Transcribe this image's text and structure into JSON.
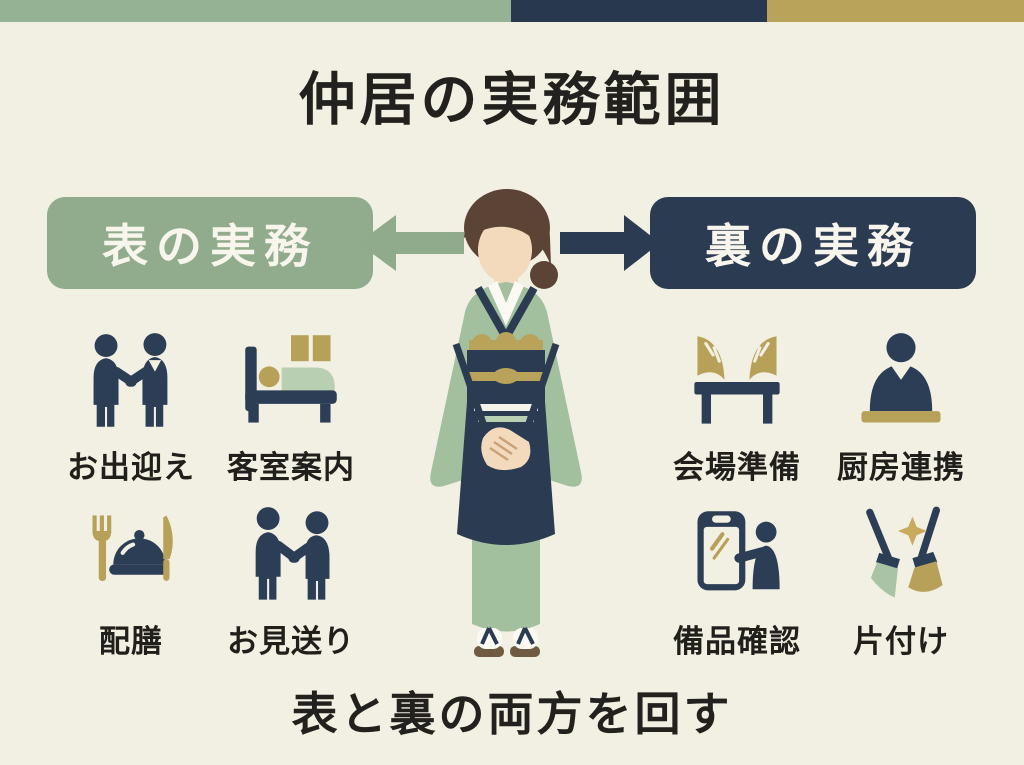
{
  "title": "仲居の実務範囲",
  "front": {
    "label": "表の実務",
    "tasks": [
      {
        "label": "お出迎え",
        "icon": "greeting-handshake-icon"
      },
      {
        "label": "客室案内",
        "icon": "guest-room-bed-icon"
      },
      {
        "label": "配膳",
        "icon": "meal-serving-cloche-icon"
      },
      {
        "label": "お見送り",
        "icon": "seeing-off-icon"
      }
    ]
  },
  "back": {
    "label": "裏の実務",
    "tasks": [
      {
        "label": "会場準備",
        "icon": "venue-setup-table-icon"
      },
      {
        "label": "厨房連携",
        "icon": "kitchen-liaison-icon"
      },
      {
        "label": "備品確認",
        "icon": "supplies-check-tablet-icon"
      },
      {
        "label": "片付け",
        "icon": "cleanup-brooms-icon"
      }
    ]
  },
  "footer": "表と裏の両方を回す",
  "center_figure": "nakai-kimono-attendant-illustration",
  "colors": {
    "background": "#f2efe3",
    "sage_green": "#90ac8d",
    "navy": "#2a3b52",
    "gold": "#b9a35a",
    "kimono_green": "#a2bf9e",
    "blanket_green": "#b8cfb2",
    "skin": "#f4dabc",
    "hair_brown": "#5b4436",
    "text_dark": "#22211d",
    "text_light": "#f8f6ec"
  }
}
